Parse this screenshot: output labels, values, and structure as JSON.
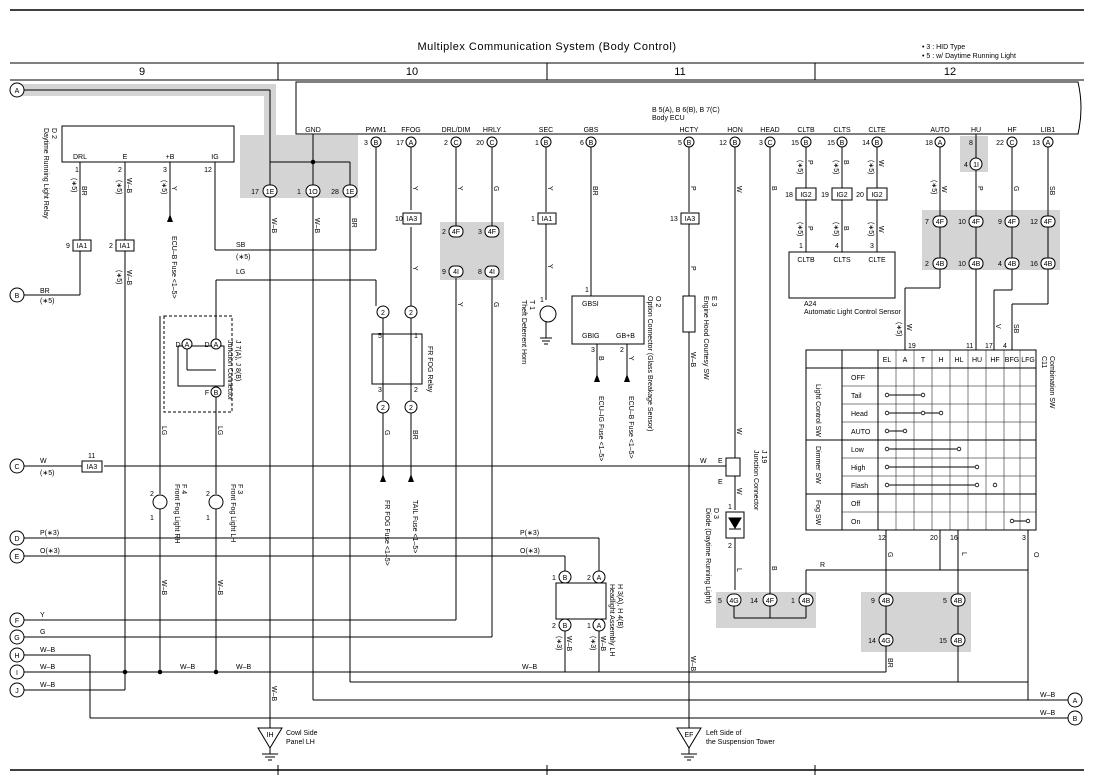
{
  "title": "Multiplex Communication System (Body Control)",
  "notes": [
    "• 3 : HID Type",
    "• 5 : w/ Daytime Running Light"
  ],
  "columns": [
    "9",
    "10",
    "11",
    "12"
  ],
  "ecu": {
    "label1": "B 5(A), B 6(B), B 7(C)",
    "label2": "Body ECU"
  },
  "ecu_pins": [
    {
      "name": "GND",
      "pin": ""
    },
    {
      "name": "PWM1",
      "pin": "3",
      "conn": "B"
    },
    {
      "name": "FFOG",
      "pin": "17",
      "conn": "A"
    },
    {
      "name": "DRL/DIM",
      "pin": "2",
      "conn": "C"
    },
    {
      "name": "HRLY",
      "pin": "20",
      "conn": "C"
    },
    {
      "name": "SEC",
      "pin": "1",
      "conn": "B"
    },
    {
      "name": "GBS",
      "pin": "6",
      "conn": "B"
    },
    {
      "name": "HCTY",
      "pin": "5",
      "conn": "B"
    },
    {
      "name": "HON",
      "pin": "12",
      "conn": "B"
    },
    {
      "name": "HEAD",
      "pin": "3",
      "conn": "C"
    },
    {
      "name": "CLTB",
      "pin": "15",
      "conn": "B"
    },
    {
      "name": "CLTS",
      "pin": "15",
      "conn": "B"
    },
    {
      "name": "CLTE",
      "pin": "14",
      "conn": "B"
    },
    {
      "name": "AUTO",
      "pin": "18",
      "conn": "A"
    },
    {
      "name": "HU",
      "pin": "8",
      "conn": ""
    },
    {
      "name": "HF",
      "pin": "22",
      "conn": "C"
    },
    {
      "name": "LIB1",
      "pin": "13",
      "conn": "A"
    }
  ],
  "gnd_pins": [
    "17",
    "1E",
    "1",
    "1O",
    "28",
    "1E"
  ],
  "relay_drl": {
    "code": "D 2",
    "name": "Daytime Running Light Relay",
    "pins": [
      "DRL",
      "E",
      "+B",
      "IG"
    ],
    "nums": [
      "1",
      "2",
      "3",
      "12"
    ]
  },
  "wire_colors": {
    "BR": "BR",
    "WB": "W–B",
    "Y": "Y",
    "G": "G",
    "LG": "LG",
    "SB": "SB",
    "W": "W",
    "P": "P",
    "O": "O",
    "R": "R",
    "L": "L",
    "B": "B",
    "V": "V"
  },
  "star5": "(∗5)",
  "star3": "(∗3)",
  "fuses": {
    "ecu_b": "ECU–B Fuse <1–5>",
    "ecu_ig": "ECU–IG Fuse <1–5>",
    "ecu_b2": "ECU–B Fuse <1–5>",
    "tail": "TAIL Fuse <1–5>",
    "fr_fog": "FR FOG Fuse <1–5>"
  },
  "connectors": {
    "ia1": "IA1",
    "ia3": "IA3",
    "ig2": "IG2",
    "4f": "4F",
    "4i": "4I",
    "4b": "4B",
    "4g": "4G",
    "1i": "1I"
  },
  "junction_j7": {
    "code": "J 7(A), J 8(B)",
    "name": "Junction Connector",
    "pins": [
      "D",
      "A",
      "D",
      "A",
      "F",
      "B"
    ]
  },
  "fr_fog_relay": {
    "name": "FR FOG Relay",
    "pins": [
      "2",
      "5",
      "1",
      "3",
      "2"
    ]
  },
  "fog_lh": {
    "code": "F 3",
    "name": "Front Fog Light LH"
  },
  "fog_rh": {
    "code": "F 4",
    "name": "Front Fog Light RH"
  },
  "horn": {
    "code": "T 1",
    "name": "Theft Deterrent Horn"
  },
  "glass_sensor": {
    "code": "O 2",
    "name": "Option Connector (Glass Breakage Sensor)",
    "pins": [
      "GBSI",
      "GBIG",
      "GB+B"
    ]
  },
  "hood_sw": {
    "code": "E 3",
    "name": "Engine Hood Courtesy SW"
  },
  "j19": {
    "code": "J 19",
    "name": "Junction Connector",
    "pins": [
      "E",
      "E"
    ]
  },
  "diode": {
    "code": "D 3",
    "name": "Diode (Daytime Running Light)"
  },
  "headlight": {
    "code": "H 3(A), H 4(B)",
    "name": "Headlight Assembly LH"
  },
  "light_sensor": {
    "code": "A24",
    "name": "Automatic Light Control Sensor",
    "pins": [
      "CLTB",
      "CLTS",
      "CLTE"
    ]
  },
  "combo_sw": {
    "code": "C11",
    "name": "Combination SW",
    "header": [
      "EL",
      "A",
      "T",
      "H",
      "HL",
      "HU",
      "HF",
      "BFG",
      "LFG"
    ],
    "groups": [
      {
        "label": "Light Control SW",
        "rows": [
          "OFF",
          "Tail",
          "Head",
          "AUTO"
        ]
      },
      {
        "label": "Dimmer SW",
        "rows": [
          "Low",
          "High",
          "Flash"
        ]
      },
      {
        "label": "Fog SW",
        "rows": [
          "Off",
          "On"
        ]
      }
    ],
    "top_pins": [
      "19",
      "11",
      "17",
      "4"
    ],
    "bottom_pins": [
      "12",
      "20",
      "16",
      "3"
    ]
  },
  "grounds": [
    {
      "code": "IH",
      "name": "Cowl Side Panel LH"
    },
    {
      "code": "EF",
      "name": "Left Side of the Suspension Tower"
    }
  ],
  "left_terminals": [
    {
      "id": "A",
      "wire": ""
    },
    {
      "id": "B",
      "wire": "BR"
    },
    {
      "id": "C",
      "wire": "W"
    },
    {
      "id": "D",
      "wire": "P(∗3)"
    },
    {
      "id": "E",
      "wire": "O(∗3)"
    },
    {
      "id": "F",
      "wire": "Y"
    },
    {
      "id": "G",
      "wire": "G"
    },
    {
      "id": "H",
      "wire": "W–B"
    },
    {
      "id": "I",
      "wire": "W–B"
    },
    {
      "id": "J",
      "wire": "W–B"
    }
  ],
  "right_terminals": [
    {
      "id": "A",
      "wire": "W–B"
    },
    {
      "id": "B",
      "wire": "W–B"
    }
  ]
}
